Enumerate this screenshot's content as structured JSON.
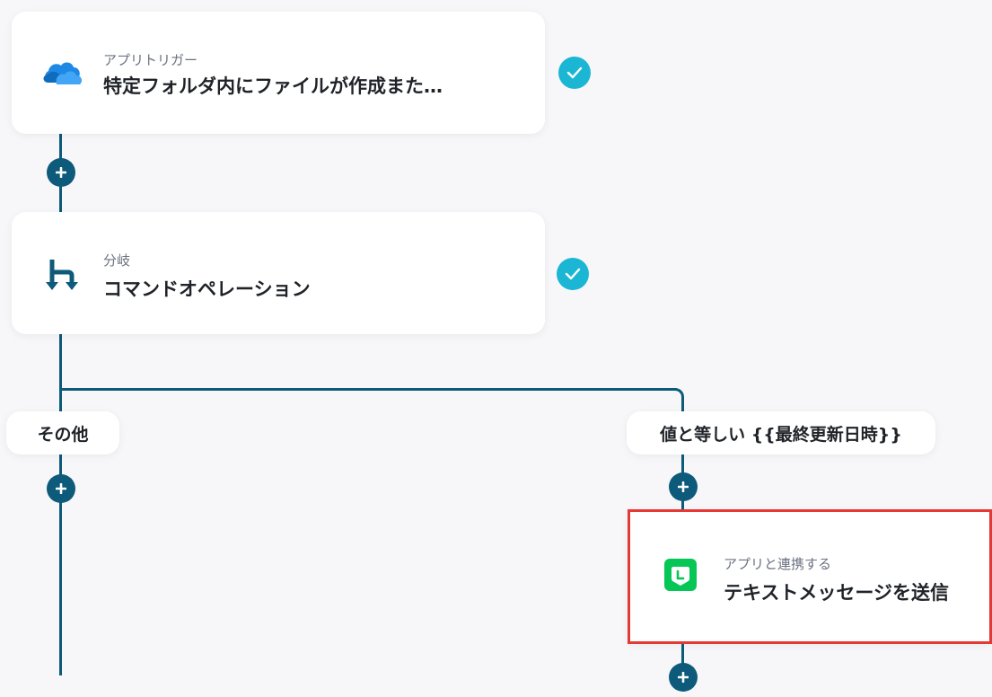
{
  "steps": [
    {
      "label": "アプリトリガー",
      "title": "特定フォルダ内にファイルが作成また…",
      "icon": "onedrive-icon",
      "status": "complete"
    },
    {
      "label": "分岐",
      "title": "コマンドオペレーション",
      "icon": "branch-icon",
      "status": "complete"
    }
  ],
  "branches": {
    "left_label": "その他",
    "right_label": "値と等しい {{最終更新日時}}"
  },
  "action": {
    "label": "アプリと連携する",
    "title": "テキストメッセージを送信",
    "icon": "line-icon",
    "highlight_color": "#e53935"
  },
  "colors": {
    "connector": "#0d5a7a",
    "check": "#1bb6d4",
    "line_green": "#06c755"
  }
}
